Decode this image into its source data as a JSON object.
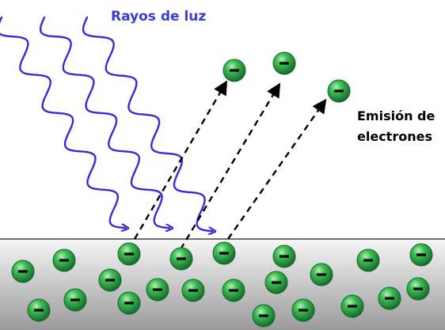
{
  "labels": {
    "light_rays": "Rayos de luz",
    "emission_line1": "Emisión de",
    "emission_line2": "electrones"
  },
  "electron": {
    "sign": "−"
  },
  "colors": {
    "light_ray": "#3a2ad6",
    "light_label": "#3b3bd4",
    "electron_fill": "#2ea043",
    "electron_dark": "#14682a",
    "arrow": "#000000",
    "metal_surface_top": "#f4f4f4",
    "metal_surface_bottom": "#9c9c9c",
    "text": "#000000"
  },
  "icons": {
    "electron": "green-electron-sphere-icon",
    "light_ray": "wavy-arrow-icon",
    "emission_arrow": "dashed-arrow-icon"
  }
}
